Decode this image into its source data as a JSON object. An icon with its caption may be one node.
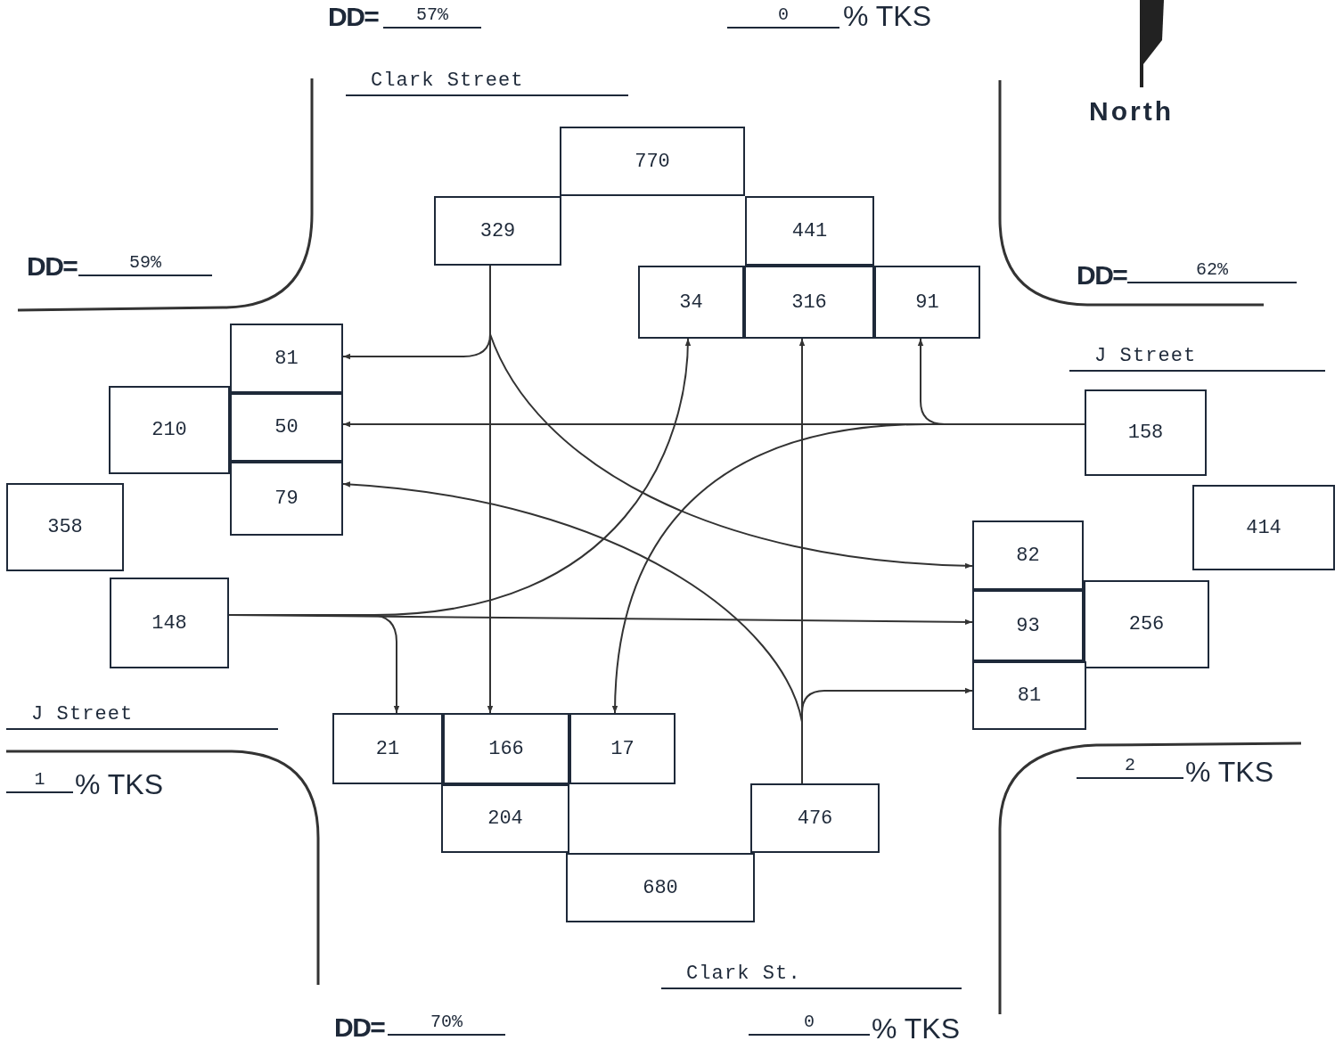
{
  "diagram": {
    "nodes": [
      {
        "text": [
          "770"
        ]
      },
      {
        "text": [
          "329"
        ]
      },
      {
        "text": [
          "441"
        ]
      },
      {
        "text": [
          "34"
        ]
      },
      {
        "text": [
          "316"
        ]
      },
      {
        "text": [
          "91"
        ]
      },
      {
        "text": [
          "81"
        ]
      },
      {
        "text": [
          "210"
        ]
      },
      {
        "text": [
          "50"
        ]
      },
      {
        "text": [
          "79"
        ]
      },
      {
        "text": [
          "358"
        ]
      },
      {
        "text": [
          "148"
        ]
      },
      {
        "text": [
          "158"
        ]
      },
      {
        "text": [
          "414"
        ]
      },
      {
        "text": [
          "82"
        ]
      },
      {
        "text": [
          "93"
        ]
      },
      {
        "text": [
          "256"
        ]
      },
      {
        "text": [
          "81"
        ]
      },
      {
        "text": [
          "21"
        ]
      },
      {
        "text": [
          "166"
        ]
      },
      {
        "text": [
          "17"
        ]
      },
      {
        "text": [
          "204"
        ]
      },
      {
        "text": [
          "476"
        ]
      },
      {
        "text": [
          "680"
        ]
      }
    ],
    "edges": [
      {
        "from": 1,
        "to": 6,
        "arrow": "to"
      },
      {
        "from": 1,
        "to": 19,
        "arrow": "to"
      },
      {
        "from": 1,
        "to": 14,
        "arrow": "to"
      },
      {
        "from": 12,
        "to": 8,
        "arrow": "to"
      },
      {
        "from": 12,
        "to": 5,
        "arrow": "to"
      },
      {
        "from": 12,
        "to": 20,
        "arrow": "to"
      },
      {
        "from": 11,
        "to": 15,
        "arrow": "to"
      },
      {
        "from": 11,
        "to": 18,
        "arrow": "to"
      },
      {
        "from": 11,
        "to": 3,
        "arrow": "to"
      },
      {
        "from": 22,
        "to": 4,
        "arrow": "to"
      },
      {
        "from": 22,
        "to": 17,
        "arrow": "to"
      },
      {
        "from": 22,
        "to": 9,
        "arrow": "to"
      }
    ],
    "labels": [
      "DD=",
      "57%",
      "0",
      "% TKS",
      "Clark Street",
      "North",
      "DD=",
      "59%",
      "DD=",
      "62%",
      "J Street",
      "J Street",
      "1",
      "% TKS",
      "2",
      "% TKS",
      "Clark St.",
      "DD=",
      "70%",
      "0",
      "% TKS"
    ]
  }
}
